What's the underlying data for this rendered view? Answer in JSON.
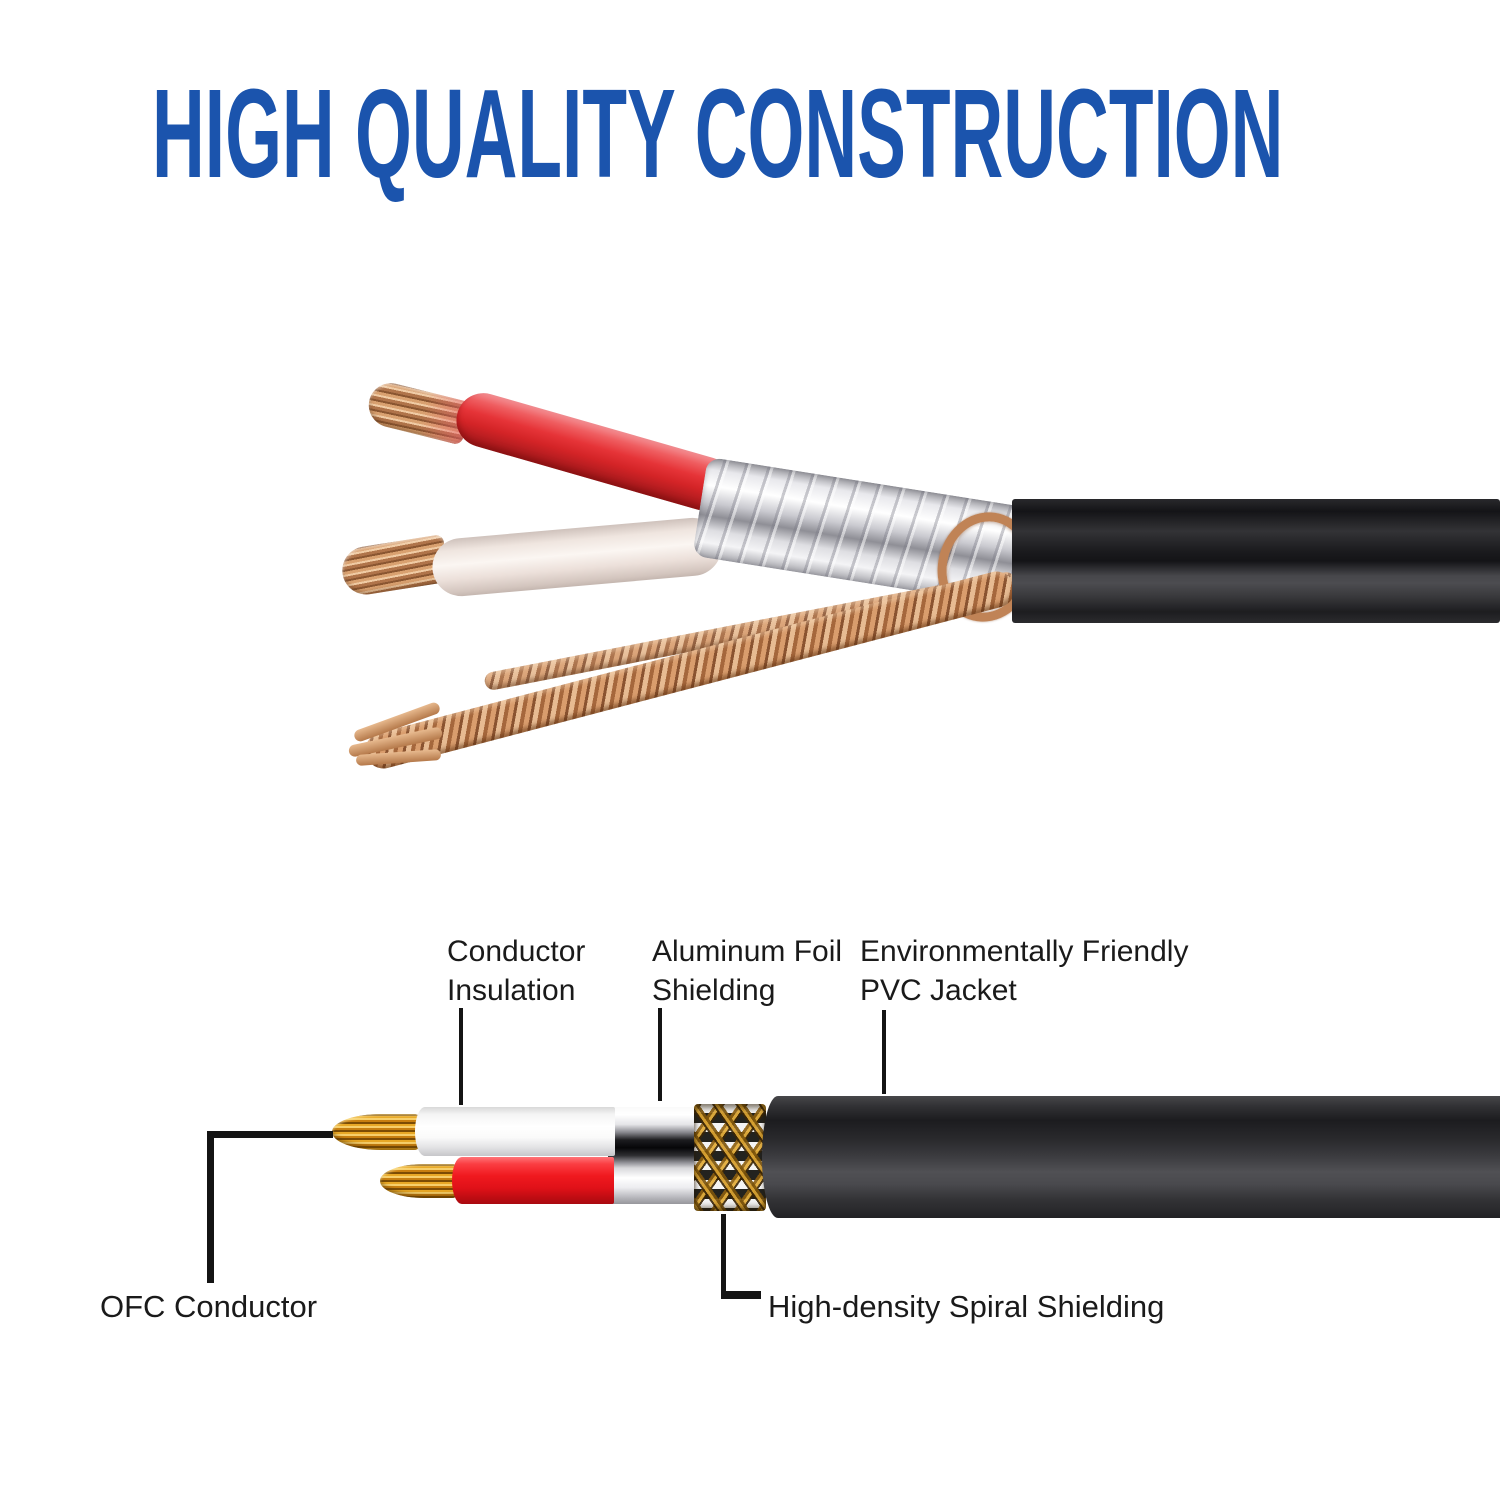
{
  "title": {
    "text": "HIGH QUALITY CONSTRUCTION",
    "color": "#1b54ad"
  },
  "photo": {
    "description": "photograph of stripped audio cable end",
    "colors": {
      "pvc_jacket": "#232326",
      "red_wire": "#e63438",
      "white_wire": "#f1e8e2",
      "copper": "#c98a5a",
      "aluminum_foil": "#d9d9dd"
    }
  },
  "diagram": {
    "labels": {
      "conductor_insulation": {
        "line1": "Conductor",
        "line2": "Insulation"
      },
      "aluminum_foil_shielding": {
        "line1": "Aluminum Foil",
        "line2": "Shielding"
      },
      "pvc_jacket": {
        "line1": "Environmentally Friendly",
        "line2": "PVC Jacket"
      },
      "ofc_conductor": "OFC Conductor",
      "high_density_spiral_shielding": "High-density Spiral Shielding"
    },
    "colors": {
      "jacket": "#2b2b2e",
      "red_insulation": "#ee1c24",
      "white_insulation": "#ffffff",
      "copper_strands": "#e09a22",
      "braid_gold": "#c68a1e",
      "foil_silver": "#e8e8ec",
      "callout_line": "#141414",
      "label_text": "#1a1a1a"
    }
  }
}
